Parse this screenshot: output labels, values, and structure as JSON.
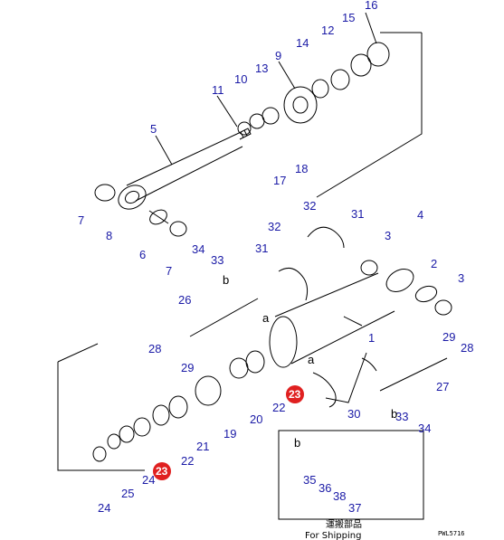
{
  "diagram": {
    "callouts": [
      "16",
      "15",
      "12",
      "14",
      "9",
      "13",
      "10",
      "11",
      "5",
      "18",
      "17",
      "7",
      "8",
      "6",
      "7",
      "32",
      "31",
      "4",
      "32",
      "3",
      "2",
      "3",
      "34",
      "33",
      "31",
      "26",
      "28",
      "29",
      "1",
      "29",
      "28",
      "27",
      "33",
      "34",
      "22",
      "20",
      "30",
      "19",
      "21",
      "22",
      "24",
      "25",
      "24",
      "35",
      "36",
      "38",
      "37"
    ],
    "red_callouts": [
      "23",
      "23"
    ],
    "letters": [
      "b",
      "a",
      "a",
      "b",
      "b"
    ],
    "inset_caption_jp": "運搬部品",
    "inset_caption_en": "For Shipping",
    "drawing_code": "PWL5716",
    "colors": {
      "callout": "#1a1aa6",
      "red_badge": "#e02020",
      "line": "#000000"
    }
  }
}
